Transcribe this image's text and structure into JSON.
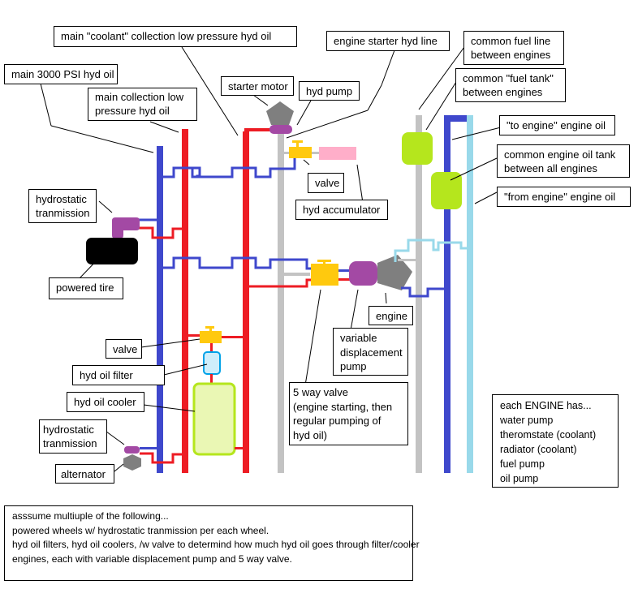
{
  "labels": {
    "coolant_collection": "main \"coolant\" collection low pressure hyd oil",
    "main_3000_psi": "main 3000 PSI hyd oil",
    "main_collection": "main collection low\npressure hyd oil",
    "starter_motor": "starter motor",
    "hyd_pump": "hyd pump",
    "engine_starter_line": "engine starter hyd line",
    "common_fuel_line": "common fuel line\nbetween engines",
    "common_fuel_tank": "common \"fuel tank\"\nbetween engines",
    "to_engine_oil": "\"to engine\" engine oil",
    "common_oil_tank": "common engine oil tank\nbetween all engines",
    "from_engine_oil": "\"from engine\" engine oil",
    "valve_top": "valve",
    "hyd_accumulator": "hyd accumulator",
    "hydrostatic_top": "hydrostatic\ntranmission",
    "powered_tire": "powered tire",
    "engine": "engine",
    "variable_pump": "variable\ndisplacement\npump",
    "five_way_valve": "5 way valve\n(engine starting, then\nregular pumping of\nhyd oil)",
    "valve_bottom": "valve",
    "hyd_oil_filter": "hyd oil filter",
    "hyd_oil_cooler": "hyd oil cooler",
    "hydrostatic_bottom": "hydrostatic\ntranmission",
    "alternator": "alternator"
  },
  "engine_note": {
    "lines": "each ENGINE has...\nwater pump\ntheromstate (coolant)\nradiator (coolant)\nfuel pump\noil pump"
  },
  "assumption_note": {
    "lines": "asssume multiuple of the following...\npowered wheels w/ hydrostatic tranmission per each wheel.\nhyd oil filters, hyd oil coolers, /w valve to determind how much hyd oil goes through filter/cooler\nengines, each with variable displacement pump and 5 way valve."
  },
  "colors": {
    "high_pressure_line": "#3f48cc",
    "low_pressure_line": "#ed1c24",
    "starter_line": "#c3c3c3",
    "fuel_line": "#c3c3c3",
    "to_engine_oil": "#3f48cc",
    "from_engine_oil": "#99d9ea",
    "tank_green": "#b5e61d",
    "valve_yellow": "#ffc90e",
    "pump_purple": "#a349a4",
    "engine_gray": "#7f7f7f",
    "accumulator_pink": "#ffaec9",
    "tire_black": "#000000",
    "filter_blue": "#00a2e8"
  }
}
